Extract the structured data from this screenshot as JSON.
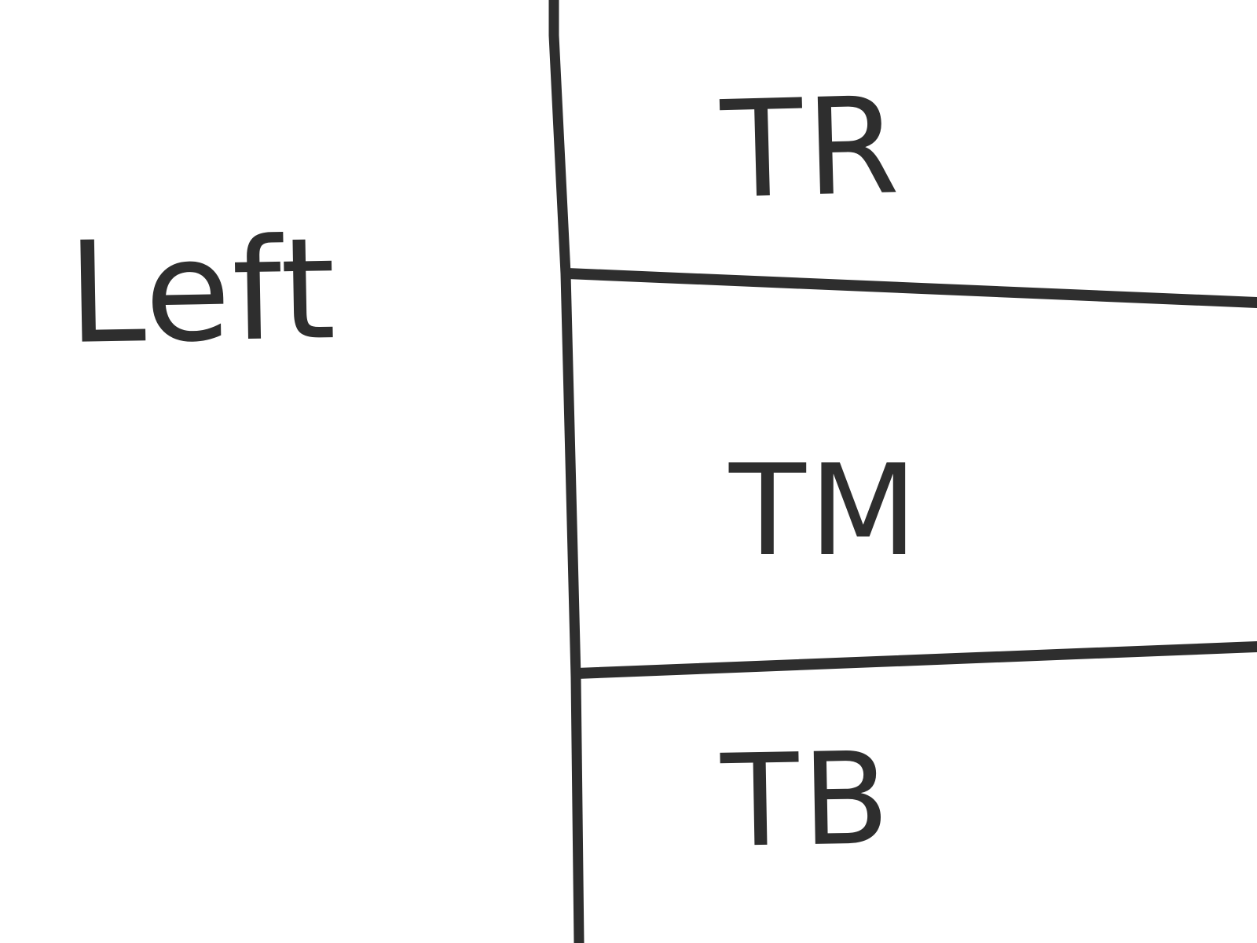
{
  "diagram": {
    "stroke_color": "#2e2e2e",
    "background": "#ffffff",
    "labels": {
      "left": "Left",
      "top_right": "TR",
      "middle_right": "TM",
      "bottom_right": "TB"
    }
  }
}
